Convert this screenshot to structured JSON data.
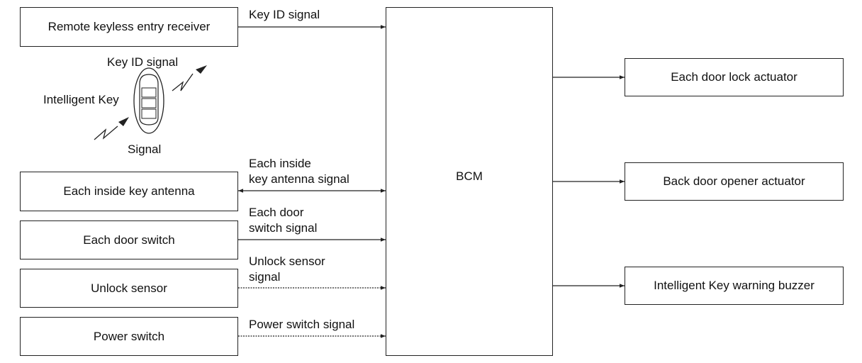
{
  "blocks": {
    "remote_receiver": "Remote keyless entry receiver",
    "inside_antenna": "Each inside key antenna",
    "door_switch": "Each door switch",
    "unlock_sensor": "Unlock sensor",
    "power_switch": "Power switch",
    "bcm": "BCM",
    "door_lock_actuator": "Each door lock actuator",
    "back_door_actuator": "Back door opener actuator",
    "warning_buzzer": "Intelligent Key warning buzzer"
  },
  "signals": {
    "key_id_top": "Key ID signal",
    "key_id_key": "Key ID signal",
    "intelligent_key": "Intelligent Key",
    "key_signal": "Signal",
    "antenna_line1": "Each inside",
    "antenna_line2": "key antenna signal",
    "door_line1": "Each door",
    "door_line2": "switch signal",
    "unlock_line1": "Unlock sensor",
    "unlock_line2": "signal",
    "power": "Power switch signal"
  }
}
